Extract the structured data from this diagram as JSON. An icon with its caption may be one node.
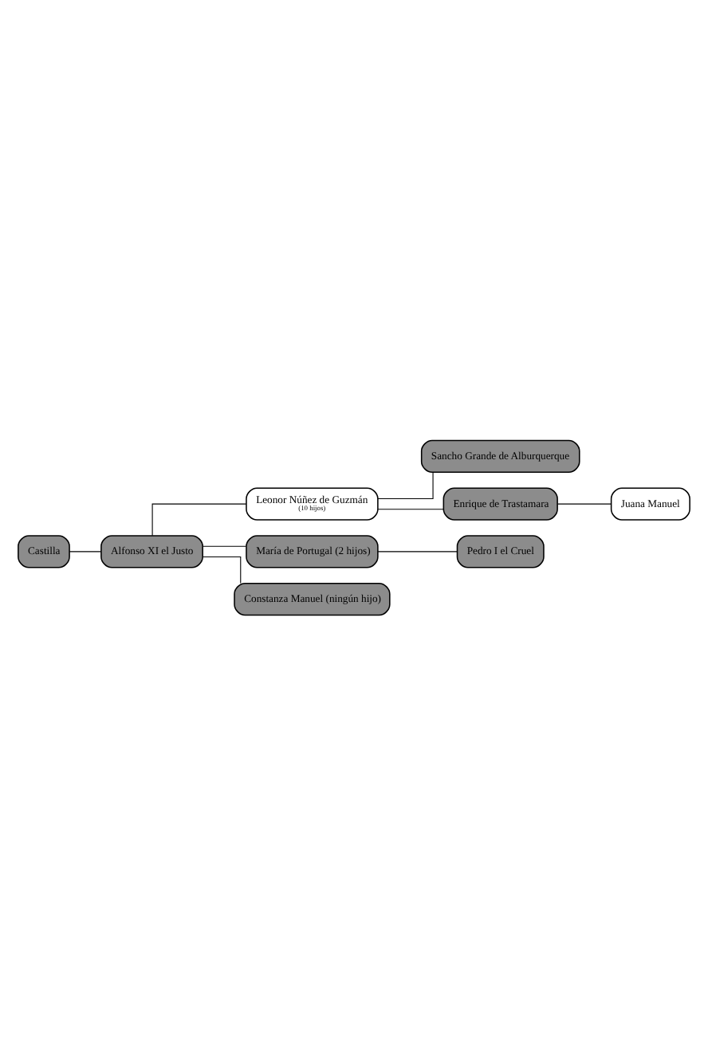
{
  "diagram": {
    "nodes": [
      {
        "text": [
          "Castilla"
        ]
      },
      {
        "text": [
          "Alfonso XI el Justo"
        ]
      },
      {
        "text": [
          "Leonor Núñez de Guzmán",
          "(10 hijos)"
        ]
      },
      {
        "text": [
          "Sancho Grande de Alburquerque"
        ]
      },
      {
        "text": [
          "Enrique de Trastamara"
        ]
      },
      {
        "text": [
          "Juana Manuel"
        ]
      },
      {
        "text": [
          "María de Portugal (2 hijos)"
        ]
      },
      {
        "text": [
          "Constanza Manuel (ningún hijo)"
        ]
      },
      {
        "text": [
          "Pedro I el Cruel"
        ]
      }
    ],
    "edges": [
      {
        "from": 0,
        "to": 1,
        "arrow": "none"
      },
      {
        "from": 1,
        "to": 2,
        "arrow": "none"
      },
      {
        "from": 1,
        "to": 6,
        "arrow": "none"
      },
      {
        "from": 1,
        "to": 7,
        "arrow": "none"
      },
      {
        "from": 2,
        "to": 3,
        "arrow": "none"
      },
      {
        "from": 2,
        "to": 4,
        "arrow": "none"
      },
      {
        "from": 4,
        "to": 5,
        "arrow": "none"
      },
      {
        "from": 6,
        "to": 8,
        "arrow": "none"
      }
    ]
  }
}
